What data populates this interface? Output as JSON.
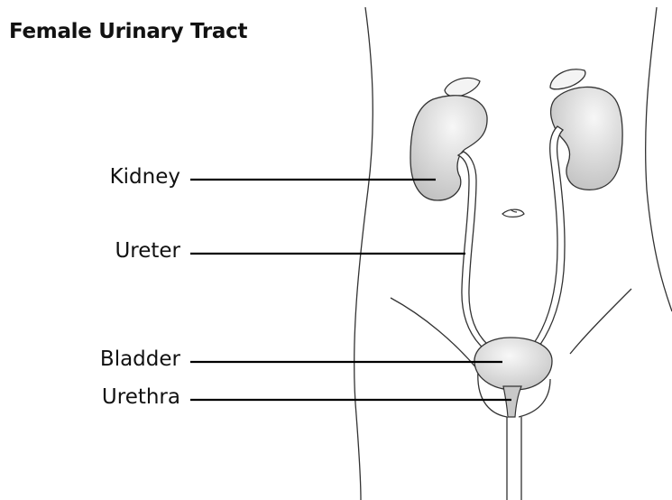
{
  "title": "Female Urinary Tract",
  "labels": {
    "kidney": "Kidney",
    "ureter": "Ureter",
    "bladder": "Bladder",
    "urethra": "Urethra"
  },
  "colors": {
    "organ_fill_light": "#f2f2f2",
    "organ_fill_dark": "#c8c8c8",
    "outline": "#333333",
    "leader_line": "#000000"
  }
}
